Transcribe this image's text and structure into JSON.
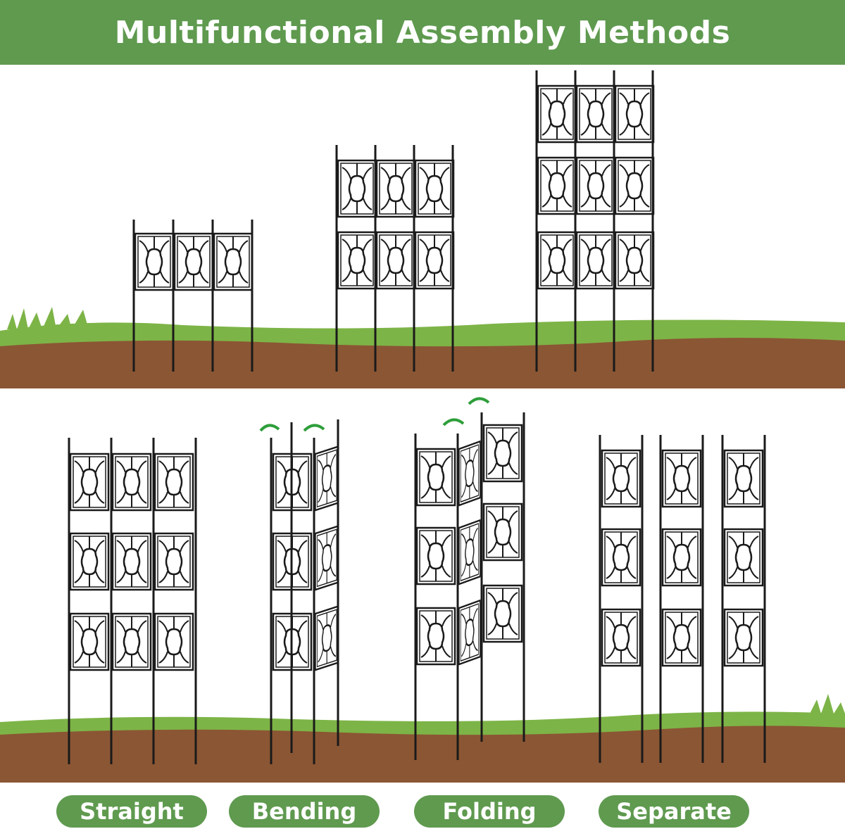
{
  "title": "Multifunctional Assembly Methods",
  "labels": [
    "Straight",
    "Bending",
    "Folding",
    "Separate"
  ],
  "colors": {
    "banner": "#5f9a4f",
    "grass": "#7db447",
    "soil": "#8b5634",
    "trellis": "#1a1a1a",
    "rotate_arrow": "#2e9e3a"
  }
}
